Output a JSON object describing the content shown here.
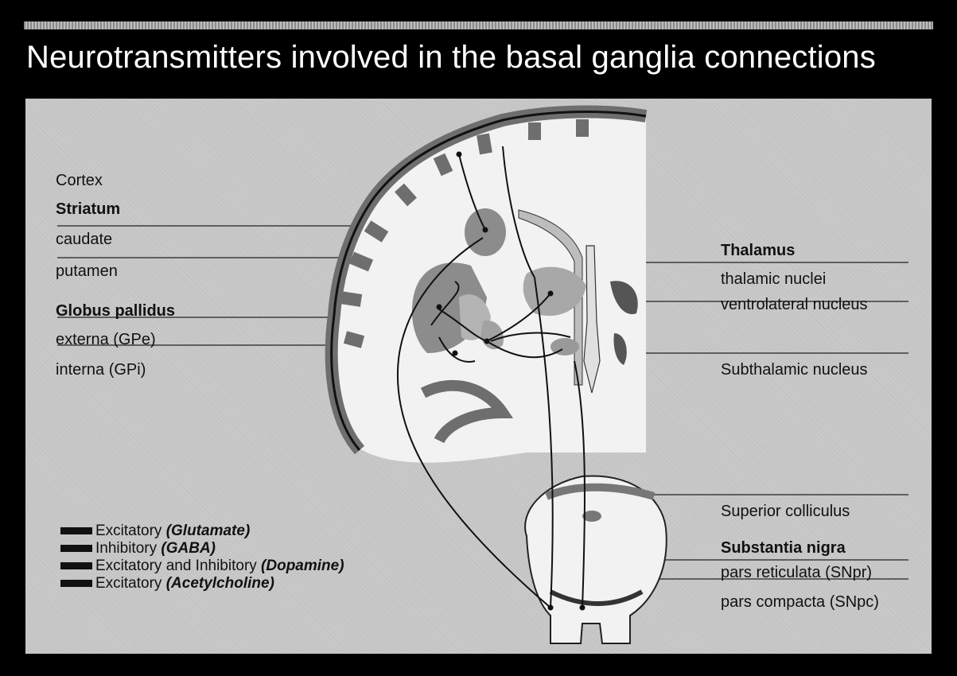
{
  "title": "Neurotransmitters involved in the basal ganglia connections",
  "labels_left": {
    "cortex": "Cortex",
    "striatum": "Striatum",
    "caudate": "caudate",
    "putamen": "putamen",
    "globus_pallidus": "Globus pallidus",
    "gpe": "externa (GPe)",
    "gpi": "interna (GPi)"
  },
  "labels_right": {
    "thalamus": "Thalamus",
    "thalamic_nuclei": "thalamic nuclei",
    "ventrolateral": "ventrolateral nucleus",
    "subthalamic": "Subthalamic nucleus",
    "superior_colliculus": "Superior colliculus",
    "substantia_nigra": "Substantia nigra",
    "snpr": "pars reticulata (SNpr)",
    "snpc": "pars compacta (SNpc)"
  },
  "legend": [
    {
      "text": "Excitatory",
      "transmitter": "(Glutamate)"
    },
    {
      "text": "Inhibitory",
      "transmitter": "(GABA)"
    },
    {
      "text": "Excitatory and Inhibitory",
      "transmitter": "(Dopamine)"
    },
    {
      "text": "Excitatory",
      "transmitter": "(Acetylcholine)"
    }
  ],
  "colors": {
    "background": "#000000",
    "panel": "#c9c9c9",
    "ink": "#111111",
    "white_matter": "#f2f2f2",
    "gray_matter": "#8c8c8c"
  }
}
